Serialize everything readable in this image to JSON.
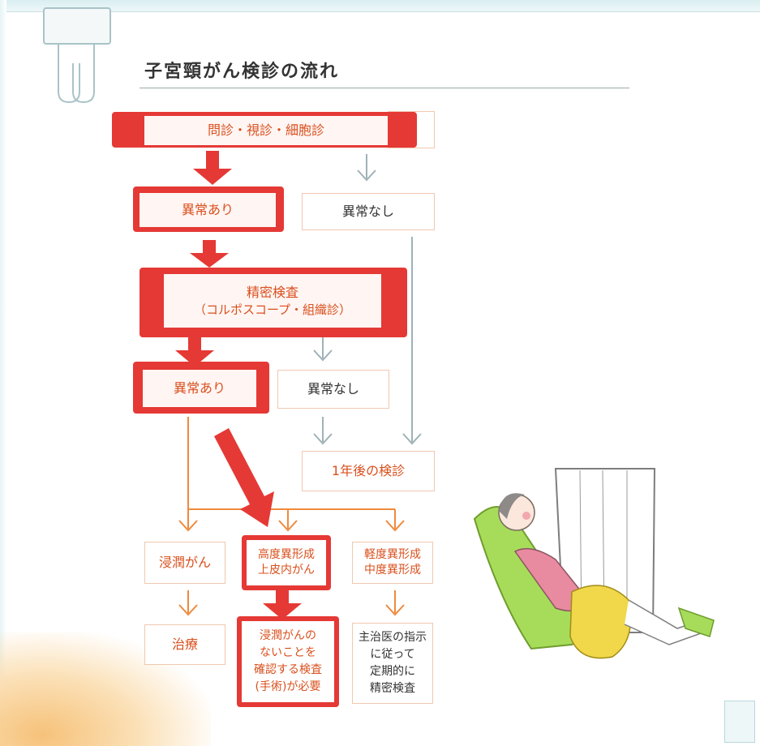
{
  "title": "子宮頸がん検診の流れ",
  "nodes": {
    "exam": "問診・視診・細胞診",
    "abnormal1": "異常あり",
    "normal1": "異常なし",
    "detail_line1": "精密検査",
    "detail_line2": "（コルポスコープ・組織診）",
    "abnormal2": "異常あり",
    "normal2": "異常なし",
    "next_year": "1年後の検診",
    "invasive": "浸潤がん",
    "high_grade_1": "高度異形成",
    "high_grade_2": "上皮内がん",
    "mild_1": "軽度異形成",
    "mild_2": "中度異形成",
    "treatment": "治療",
    "surgery_1": "浸潤がんの",
    "surgery_2": "ないことを",
    "surgery_3": "確認する検査",
    "surgery_4": "(手術)が必要",
    "follow_1": "主治医の指示",
    "follow_2": "に従って",
    "follow_3": "定期的に",
    "follow_4": "精密検査"
  },
  "colors": {
    "highlight": "#e53935",
    "orange_text": "#d9501e",
    "orange_line": "#ee8a3c",
    "gray_line": "#9fb2b8"
  },
  "icons": [
    "binder-clip-icon",
    "woman-resting-illustration"
  ]
}
